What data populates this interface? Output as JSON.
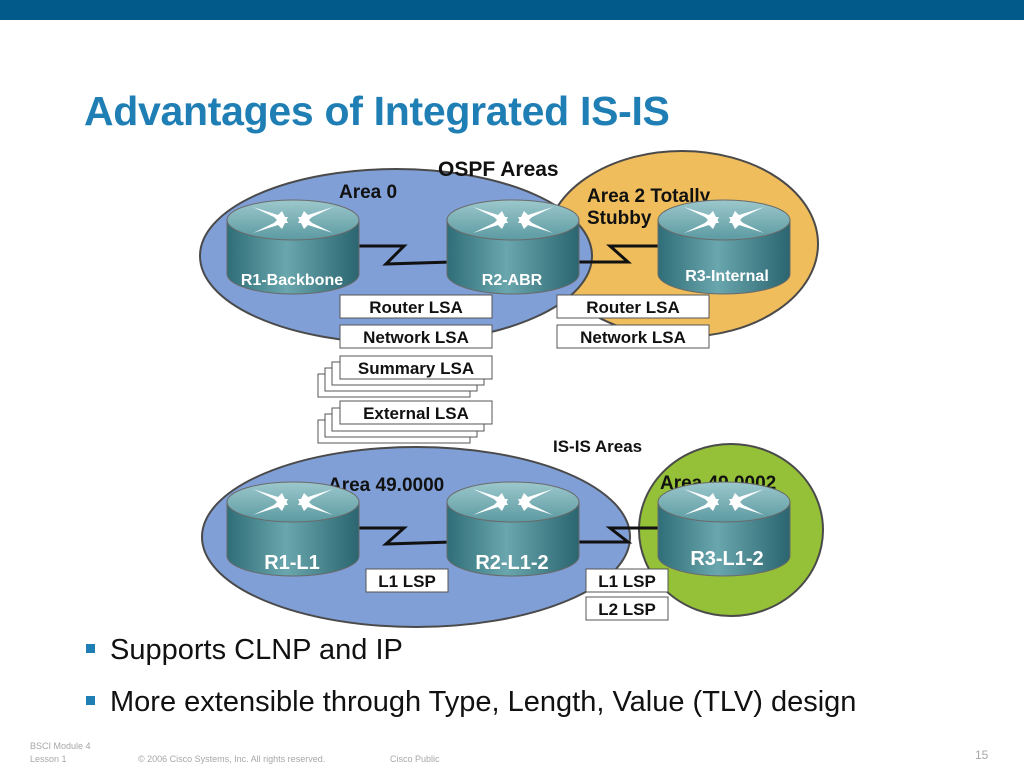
{
  "slide": {
    "title": "Advantages of Integrated IS-IS",
    "colors": {
      "topbar": "#025a8a",
      "title": "#1f7fb4",
      "bullet": "#1f7fb4"
    }
  },
  "diagram": {
    "ospf": {
      "heading": "OSPF Areas",
      "areas": [
        {
          "label": "Area 0",
          "color": "#7f9fd6"
        },
        {
          "label_line1": "Area 2 Totally",
          "label_line2": "Stubby",
          "color": "#efbd5c"
        }
      ],
      "routers": [
        "R1-Backbone",
        "R2-ABR",
        "R3-Internal"
      ],
      "lsa_left": [
        "Router LSA",
        "Network LSA",
        "Summary LSA",
        "External LSA"
      ],
      "lsa_right": [
        "Router LSA",
        "Network LSA"
      ]
    },
    "isis": {
      "heading": "IS-IS Areas",
      "areas": [
        {
          "label": "Area 49.0000",
          "color": "#7f9fd6"
        },
        {
          "label": "Area 49.0002",
          "color": "#94c137"
        }
      ],
      "routers": [
        "R1-L1",
        "R2-L1-2",
        "R3-L1-2"
      ],
      "lsp_left": [
        "L1 LSP"
      ],
      "lsp_right": [
        "L1 LSP",
        "L2 LSP"
      ]
    }
  },
  "bullets": [
    "Supports CLNP and IP",
    "More extensible through Type, Length, Value (TLV) design"
  ],
  "footer": {
    "module": "BSCI Module 4",
    "lesson": "Lesson 1",
    "copyright": "© 2006 Cisco Systems, Inc. All rights reserved.",
    "classification": "Cisco Public",
    "page_number": "15"
  }
}
